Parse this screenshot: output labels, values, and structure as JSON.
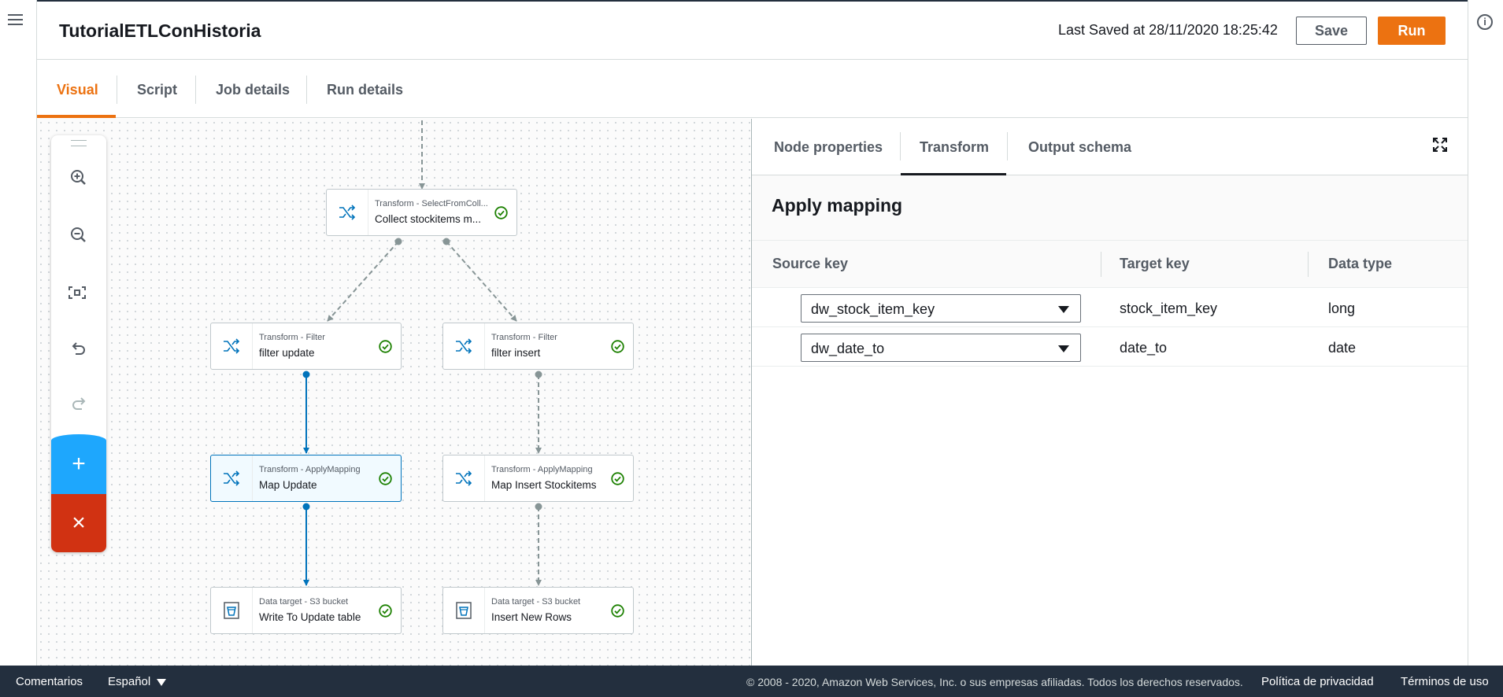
{
  "header": {
    "job_title": "TutorialETLConHistoria",
    "last_saved": "Last Saved at 28/11/2020 18:25:42",
    "save_label": "Save",
    "run_label": "Run"
  },
  "tabs": [
    {
      "label": "Visual",
      "active": true
    },
    {
      "label": "Script",
      "active": false
    },
    {
      "label": "Job details",
      "active": false
    },
    {
      "label": "Run details",
      "active": false
    }
  ],
  "toolbar": {
    "items": [
      "zoom-in-icon",
      "zoom-out-icon",
      "fit-to-screen-icon",
      "undo-icon",
      "redo-icon"
    ],
    "add_label": "+",
    "remove_label": "×"
  },
  "nodes": [
    {
      "type": "Transform - SelectFromColl...",
      "name": "Collect stockitems m...",
      "icon": "transform-shuffle-icon",
      "status": "success",
      "selected": false
    },
    {
      "type": "Transform - Filter",
      "name": "filter update",
      "icon": "transform-shuffle-icon",
      "status": "success",
      "selected": false
    },
    {
      "type": "Transform - Filter",
      "name": "filter insert",
      "icon": "transform-shuffle-icon",
      "status": "success",
      "selected": false
    },
    {
      "type": "Transform - ApplyMapping",
      "name": "Map Update",
      "icon": "transform-shuffle-icon",
      "status": "success",
      "selected": true
    },
    {
      "type": "Transform - ApplyMapping",
      "name": "Map Insert Stockitems",
      "icon": "transform-shuffle-icon",
      "status": "success",
      "selected": false
    },
    {
      "type": "Data target - S3 bucket",
      "name": "Write To Update table",
      "icon": "s3-bucket-icon",
      "status": "success",
      "selected": false
    },
    {
      "type": "Data target - S3 bucket",
      "name": "Insert New Rows",
      "icon": "s3-bucket-icon",
      "status": "success",
      "selected": false
    }
  ],
  "panel": {
    "tabs": [
      {
        "label": "Node properties",
        "active": false
      },
      {
        "label": "Transform",
        "active": true
      },
      {
        "label": "Output schema",
        "active": false
      }
    ],
    "section_title": "Apply mapping",
    "columns": [
      "Source key",
      "Target key",
      "Data type"
    ],
    "rows": [
      {
        "source_key": "dw_stock_item_key",
        "target_key": "stock_item_key",
        "data_type": "long"
      },
      {
        "source_key": "dw_date_to",
        "target_key": "date_to",
        "data_type": "date"
      }
    ]
  },
  "footer": {
    "feedback": "Comentarios",
    "language": "Español",
    "copyright": "© 2008 - 2020, Amazon Web Services, Inc. o sus empresas afiliadas. Todos los derechos reservados.",
    "privacy": "Política de privacidad",
    "terms": "Términos de uso"
  },
  "colors": {
    "accent": "#ec7211",
    "selected_edge": "#0073bb",
    "success": "#1d8102",
    "footer_bg": "#232f3e",
    "add_button": "#1ea7fd",
    "remove_button": "#d13212"
  }
}
